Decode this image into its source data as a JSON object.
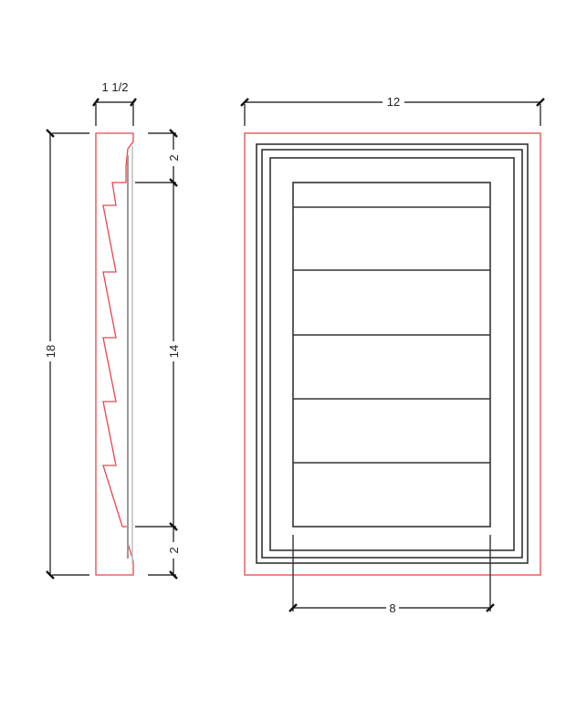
{
  "drawing": {
    "title": "Louvered vent - side section and front elevation",
    "colors": {
      "outline": "#e8464c",
      "linework": "#333333",
      "hidden_edge_dark": "#9a9a9a",
      "hidden_edge_light": "#c2c2c2"
    },
    "side_view": {
      "dimensions": {
        "overall_depth": "1 1/2",
        "overall_height": "18",
        "top_rail": "2",
        "louver_span": "14",
        "bottom_rail": "2"
      },
      "louver_count": 5
    },
    "front_view": {
      "dimensions": {
        "overall_width": "12",
        "opening_width": "8"
      },
      "frame_line_count": 3,
      "slat_count": 5
    }
  }
}
